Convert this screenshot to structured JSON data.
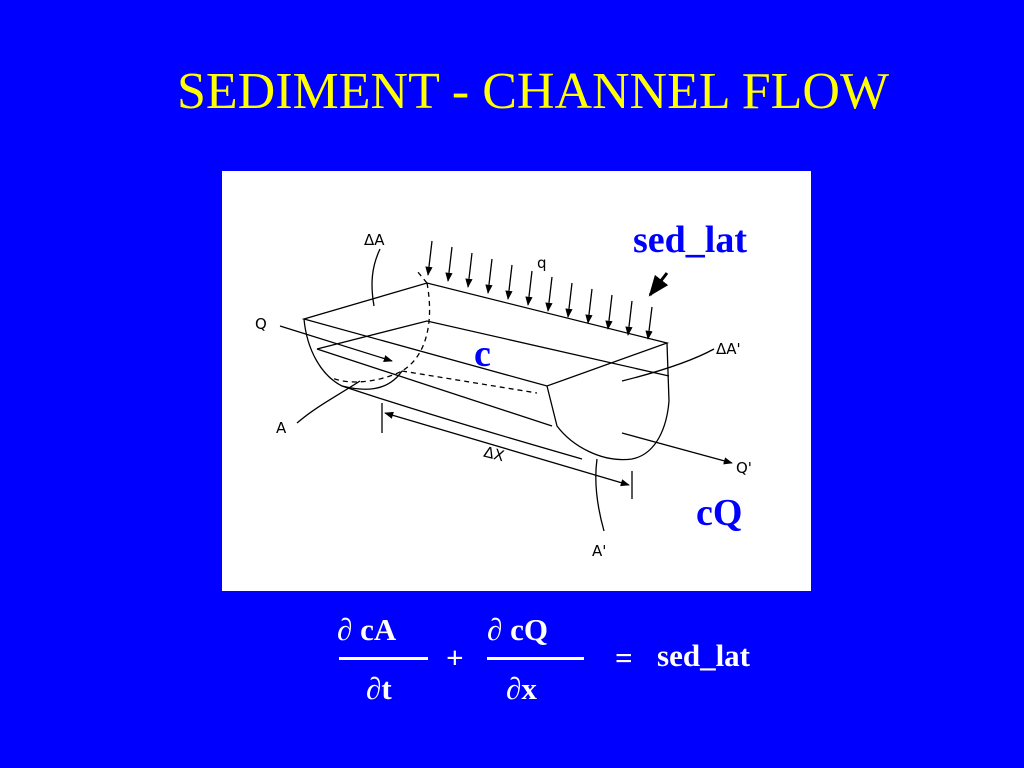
{
  "slide": {
    "title": "SEDIMENT - CHANNEL FLOW",
    "colors": {
      "background": "#0000FF",
      "title": "#FFFF00",
      "label": "#0000FF",
      "equation": "#FFFFFF"
    }
  },
  "diagram": {
    "labels": {
      "sed_lat": "sed_lat",
      "c": "c",
      "cQ": "cQ"
    },
    "sketch_labels": {
      "delta_a": "ΔA",
      "q": "q",
      "Q": "Q",
      "delta_a_prime": "ΔA'",
      "A": "A",
      "delta_x": "ΔX",
      "Q_prime": "Q'",
      "A_prime": "A'"
    }
  },
  "equation": {
    "term1_numerator": "∂ cA",
    "term1_denominator": "∂t",
    "plus": "+",
    "term2_numerator": "∂ cQ",
    "term2_denominator": "∂x",
    "equals": "=",
    "rhs": "sed_lat"
  }
}
